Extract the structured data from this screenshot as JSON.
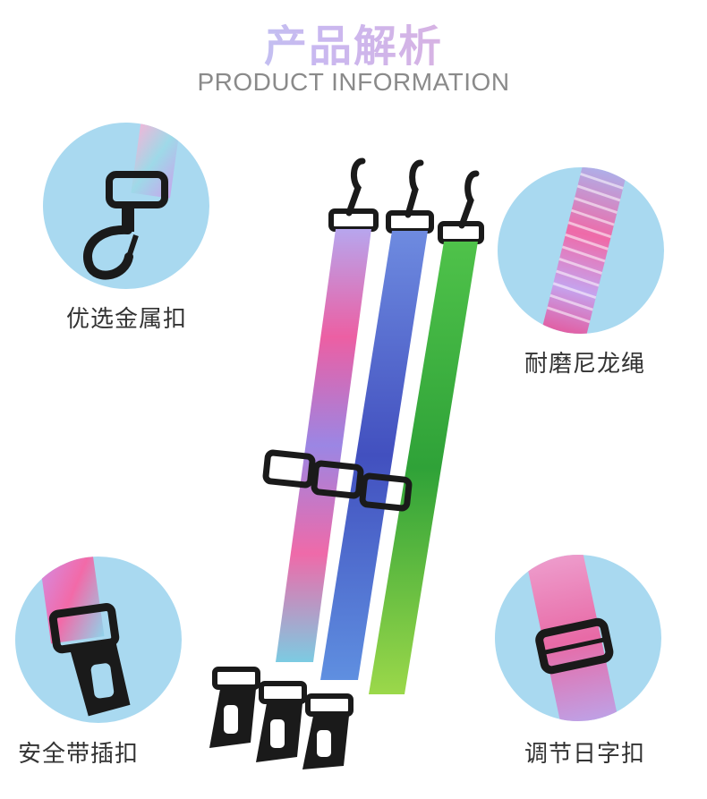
{
  "header": {
    "title_cn": "产品解析",
    "title_en": "PRODUCT INFORMATION"
  },
  "features": [
    {
      "label": "优选金属扣",
      "icon": "snap-hook-icon"
    },
    {
      "label": "耐磨尼龙绳",
      "icon": "elastic-strap-icon"
    },
    {
      "label": "安全带插扣",
      "icon": "seatbelt-buckle-icon"
    },
    {
      "label": "调节日字扣",
      "icon": "adjuster-buckle-icon"
    }
  ],
  "colors": {
    "circle_bg": "#a9d9f0",
    "strap_pink": "#e884c4",
    "strap_blue": "#4f63c9",
    "strap_green": "#47b83c",
    "hardware": "#1a1a1a"
  }
}
